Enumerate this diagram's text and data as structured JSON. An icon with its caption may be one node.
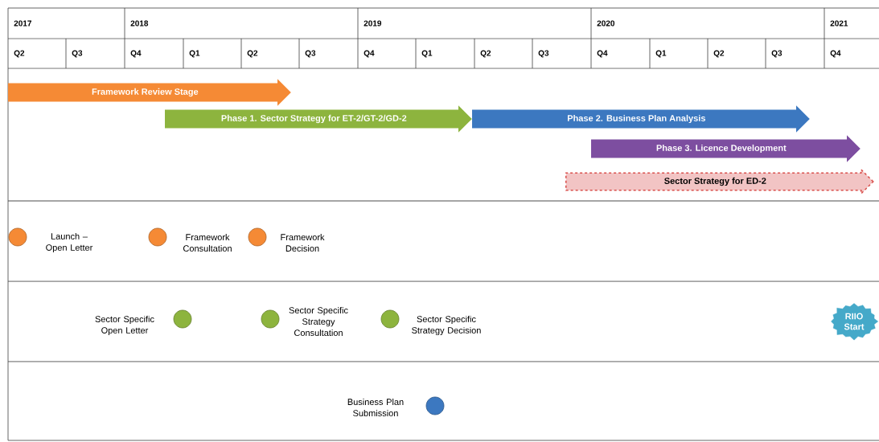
{
  "diagram": {
    "nodes": [
      {
        "text": [
          "Framework Review Stage"
        ]
      },
      {
        "text": [
          "Phase 1. Sector Strategy for ET-2/GT-2/GD-2"
        ]
      },
      {
        "text": [
          "Phase 2. Business Plan Analysis"
        ]
      },
      {
        "text": [
          "Phase 3. Licence Development"
        ]
      },
      {
        "text": [
          "Sector Strategy for ED-2"
        ]
      },
      {
        "text": [],
        "shape": "circle",
        "beside": [
          "Launch – Open Letter"
        ]
      },
      {
        "text": [],
        "shape": "circle",
        "beside": [
          "Framework Consultation"
        ]
      },
      {
        "text": [],
        "shape": "circle",
        "beside": [
          "Framework Decision"
        ]
      },
      {
        "text": [],
        "shape": "circle",
        "beside": [
          "Sector Specific Open Letter"
        ]
      },
      {
        "text": [],
        "shape": "circle",
        "beside": [
          "Sector Specific Strategy Consultation"
        ]
      },
      {
        "text": [],
        "shape": "circle",
        "beside": [
          "Sector Specific Strategy Decision"
        ]
      },
      {
        "text": [
          "RIIO Start"
        ]
      },
      {
        "text": [],
        "shape": "circle",
        "beside": [
          "Business Plan Submission"
        ]
      }
    ],
    "labels": [
      "2017",
      "2018",
      "2019",
      "2020",
      "2021",
      "Q2",
      "Q3",
      "Q4",
      "Q1",
      "Q2",
      "Q3",
      "Q4",
      "Q1",
      "Q2",
      "Q3",
      "Q4",
      "Q1",
      "Q2",
      "Q3",
      "Q4"
    ]
  }
}
